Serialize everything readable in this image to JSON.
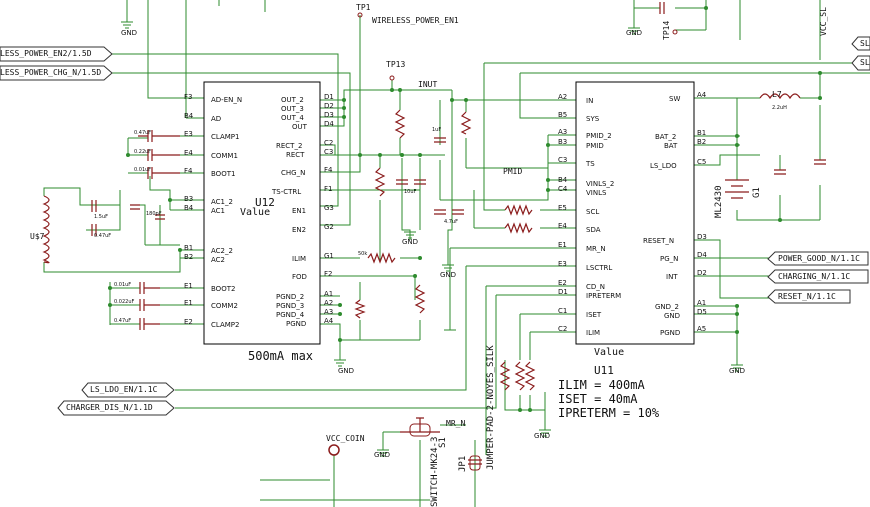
{
  "u12": {
    "name": "U12",
    "value": "Value",
    "note": "500mA max",
    "left_pins": [
      {
        "label": "AD-EN_N",
        "num": "F3"
      },
      {
        "label": "AD",
        "num": "B4"
      },
      {
        "label": "CLAMP1",
        "num": "E3"
      },
      {
        "label": "COMM1",
        "num": "E4"
      },
      {
        "label": "BOOT1",
        "num": "F4"
      },
      {
        "label": "AC1_2",
        "num": "B3"
      },
      {
        "label": "AC1",
        "num": "B4"
      },
      {
        "label": "AC2_2",
        "num": "B1"
      },
      {
        "label": "AC2",
        "num": "B2"
      },
      {
        "label": "BOOT2",
        "num": "E1"
      },
      {
        "label": "COMM2",
        "num": "E1"
      },
      {
        "label": "CLAMP2",
        "num": "E2"
      }
    ],
    "right_pins": [
      {
        "label": "OUT_2",
        "num": "D1"
      },
      {
        "label": "OUT_3",
        "num": "D2"
      },
      {
        "label": "OUT_4",
        "num": "D3"
      },
      {
        "label": "OUT",
        "num": "D4"
      },
      {
        "label": "RECT_2",
        "num": "C2"
      },
      {
        "label": "RECT",
        "num": "C3"
      },
      {
        "label": "CHG_N",
        "num": "F4"
      },
      {
        "label": "TS-CTRL",
        "num": "F1"
      },
      {
        "label": "EN1",
        "num": "G3"
      },
      {
        "label": "EN2",
        "num": "G2"
      },
      {
        "label": "ILIM",
        "num": "G1"
      },
      {
        "label": "FOD",
        "num": "F2"
      },
      {
        "label": "PGND_2",
        "num": "A1"
      },
      {
        "label": "PGND_3",
        "num": "A2"
      },
      {
        "label": "PGND_4",
        "num": "A3"
      },
      {
        "label": "PGND",
        "num": "A4"
      }
    ]
  },
  "u11": {
    "name": "U11",
    "value": "Value",
    "left_pins": [
      {
        "label": "IN",
        "num": "A2"
      },
      {
        "label": "SYS",
        "num": "B5"
      },
      {
        "label": "PMID_2",
        "num": "A3"
      },
      {
        "label": "PMID",
        "num": "B3"
      },
      {
        "label": "TS",
        "num": "C3"
      },
      {
        "label": "VINLS_2",
        "num": "B4"
      },
      {
        "label": "VINLS",
        "num": "C4"
      },
      {
        "label": "SCL",
        "num": "E5"
      },
      {
        "label": "SDA",
        "num": "E4"
      },
      {
        "label": "MR_N",
        "num": "E1"
      },
      {
        "label": "LSCTRL",
        "num": "E3"
      },
      {
        "label": "CD_N",
        "num": "E2"
      },
      {
        "label": "IPRETERM",
        "num": "D1"
      },
      {
        "label": "ISET",
        "num": "C1"
      },
      {
        "label": "ILIM",
        "num": "C2"
      }
    ],
    "right_pins": [
      {
        "label": "SW",
        "num": "A4"
      },
      {
        "label": "BAT_2",
        "num": "B1"
      },
      {
        "label": "BAT",
        "num": "B2"
      },
      {
        "label": "LS_LDO",
        "num": "C5"
      },
      {
        "label": "RESET_N",
        "num": "D3"
      },
      {
        "label": "PG_N",
        "num": "D4"
      },
      {
        "label": "INT",
        "num": "D2"
      },
      {
        "label": "GND_2",
        "num": "A1"
      },
      {
        "label": "GND",
        "num": "D5"
      },
      {
        "label": "PGND",
        "num": "A5"
      }
    ]
  },
  "nets": {
    "wireless_power_en1": "WIRELESS_POWER_EN1",
    "tp1": "TP1",
    "tp13": "TP13",
    "tp14": "TP14",
    "inut": "INUT",
    "pmid": "PMID",
    "mr_n": "MR_N",
    "vcc_coin": "VCC_COIN",
    "vcc_sl": "VCC_SL",
    "l7_value": "2.2uH",
    "l7_name": "L7",
    "g1": "G1",
    "ml2430": "ML2430",
    "u37": "U$7",
    "s1": "S1",
    "switch_label": "SWITCH-MK24-3",
    "jp1": "JP1",
    "jumper_label": "JUMPER-PAD-2-NOYES_SILK"
  },
  "ports": {
    "less_power_en2": "LESS_POWER_EN2/1.5D",
    "less_power_chg": "LESS_POWER_CHG_N/1.5D",
    "power_good": "POWER_GOOD_N/1.1C",
    "charging": "CHARGING_N/1.1C",
    "reset": "RESET_N/1.1C",
    "ls_ldo_en": "LS_LDO_EN/1.1C",
    "charger_dis": "CHARGER_DIS_N/1.1D",
    "right_top1": "SL",
    "right_top2": "SL"
  },
  "notes": {
    "ilim": "ILIM = 400mA",
    "iset": "ISET = 40mA",
    "ipreterm": "IPRETERM = 10%"
  },
  "gnd": "GND",
  "passives": {
    "c14": "0.47uF",
    "c18": "0.22uF",
    "c13": "0.01uF",
    "c9": "1.5uF",
    "c10": "0.47uF",
    "c11": "180pF",
    "c16": "0.01uF",
    "c15": "0.022uF",
    "c17": "0.47uF",
    "c19": "1uF",
    "c20": "10uF",
    "r4_7k": "4.7uF",
    "r50k": "50k"
  }
}
